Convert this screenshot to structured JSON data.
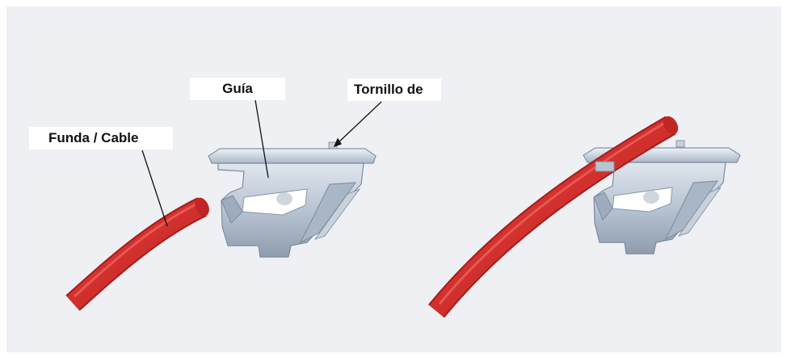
{
  "labels": {
    "funda_cable": "Funda / Cable",
    "guia": "Guía",
    "tornillo": "Tornillo de"
  },
  "colors": {
    "background": "#eef0f3",
    "cable": "#d42a2a",
    "guide_metal": "#b9c4d1"
  }
}
